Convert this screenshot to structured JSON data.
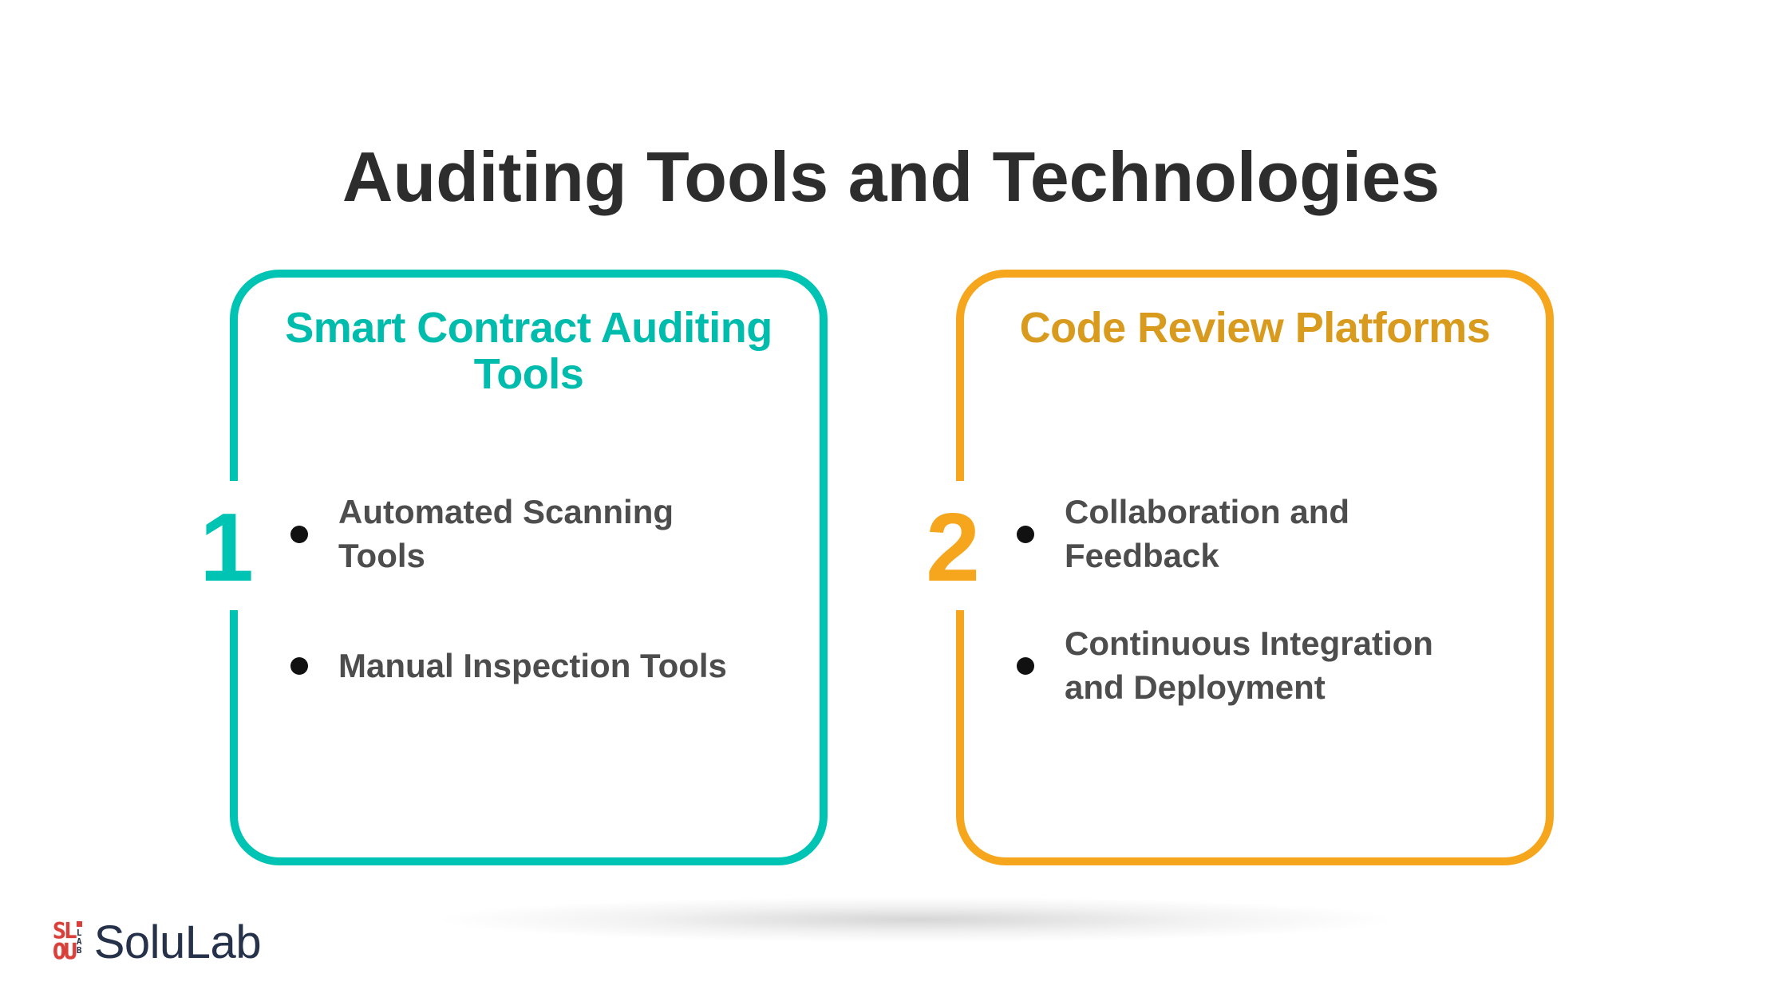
{
  "title": "Auditing Tools and Technologies",
  "cards": [
    {
      "number": "1",
      "heading": "Smart Contract Auditing\nTools",
      "bullets": [
        "Automated Scanning\nTools",
        "Manual Inspection Tools"
      ]
    },
    {
      "number": "2",
      "heading": "Code Review Platforms",
      "bullets": [
        "Collaboration and\nFeedback",
        "Continuous Integration\nand Deployment"
      ]
    }
  ],
  "footer": {
    "logo_text": "SoluLab",
    "logo_icon_rows": "SL\nOU",
    "logo_icon_side": "L\nA\nB"
  },
  "colors": {
    "background": "#FFFFFF",
    "title_text": "#2D2D2D",
    "body_text": "#4D4D4D",
    "bullet_dot": "#111111",
    "teal_accent": "#00C4B3",
    "teal_heading": "#00BCAD",
    "orange_accent": "#F5A61D",
    "orange_heading": "#D89B1E",
    "logo_red": "#D9403A",
    "logo_navy": "#25324A"
  }
}
